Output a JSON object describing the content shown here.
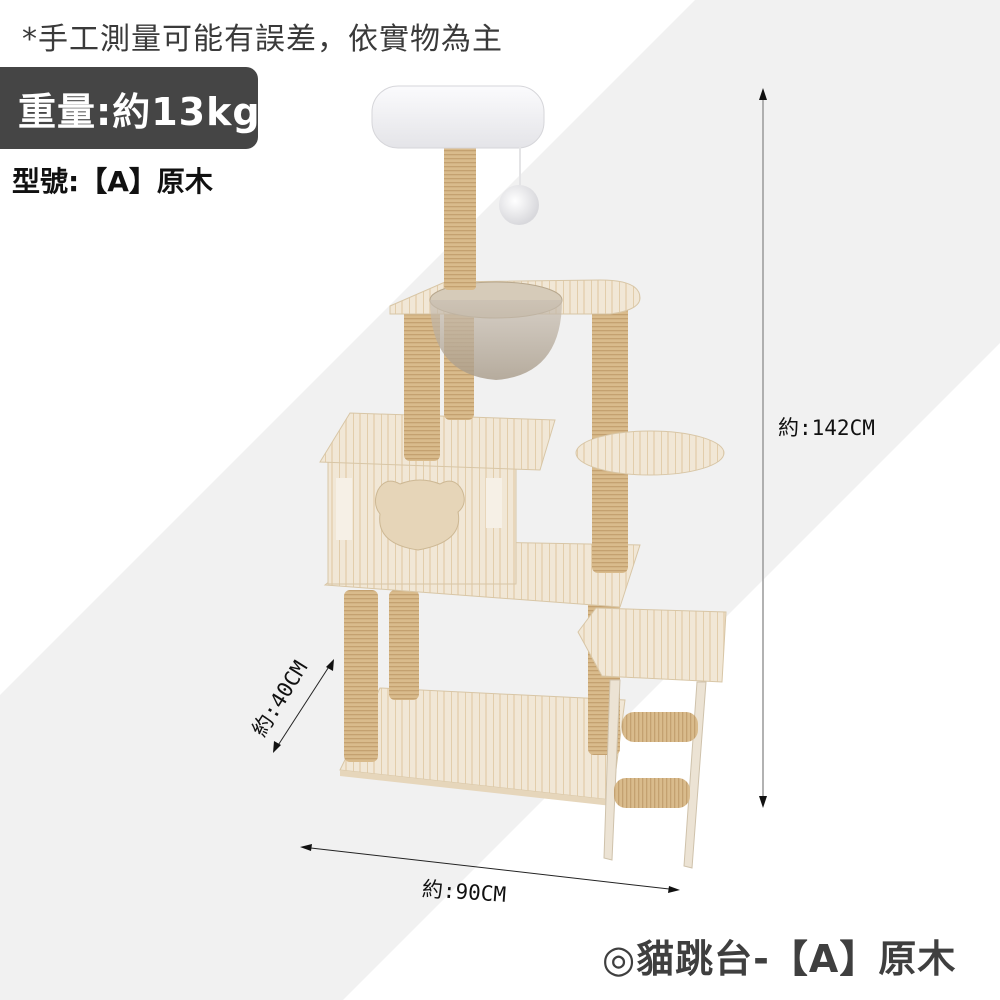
{
  "header": {
    "disclaimer": "*手工測量可能有誤差，依實物為主",
    "weight": "重量:約13kg",
    "model": "型號:【A】原木"
  },
  "dimensions": {
    "height": "約:142CM",
    "width": "約:90CM",
    "depth": "約:40CM"
  },
  "caption": "◎貓跳台-【A】原木",
  "colors": {
    "background": "#ffffff",
    "band": "#f1f1f1",
    "weight_box": "#454545",
    "wood": "#efe3cf",
    "sisal": "#d8b98a",
    "plush": "#f3f3f5"
  }
}
